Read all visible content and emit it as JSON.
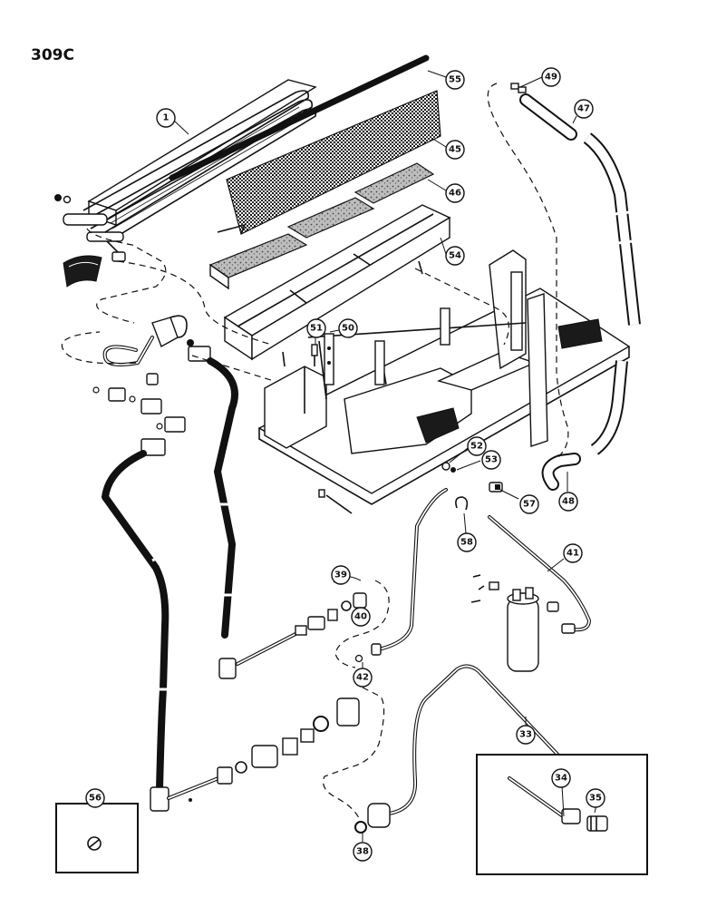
{
  "page": {
    "code": "309C"
  },
  "callouts": [
    {
      "id": "c1",
      "label": "1"
    },
    {
      "id": "c55",
      "label": "55"
    },
    {
      "id": "c49",
      "label": "49"
    },
    {
      "id": "c47",
      "label": "47"
    },
    {
      "id": "c45",
      "label": "45"
    },
    {
      "id": "c46",
      "label": "46"
    },
    {
      "id": "c54",
      "label": "54"
    },
    {
      "id": "c51",
      "label": "51"
    },
    {
      "id": "c50",
      "label": "50"
    },
    {
      "id": "c52",
      "label": "52"
    },
    {
      "id": "c53",
      "label": "53"
    },
    {
      "id": "c57",
      "label": "57"
    },
    {
      "id": "c48",
      "label": "48"
    },
    {
      "id": "c58",
      "label": "58"
    },
    {
      "id": "c41",
      "label": "41"
    },
    {
      "id": "c39",
      "label": "39"
    },
    {
      "id": "c40",
      "label": "40"
    },
    {
      "id": "c42",
      "label": "42"
    },
    {
      "id": "c33",
      "label": "33"
    },
    {
      "id": "c34",
      "label": "34"
    },
    {
      "id": "c35",
      "label": "35"
    },
    {
      "id": "c56",
      "label": "56"
    },
    {
      "id": "c38",
      "label": "38"
    }
  ]
}
